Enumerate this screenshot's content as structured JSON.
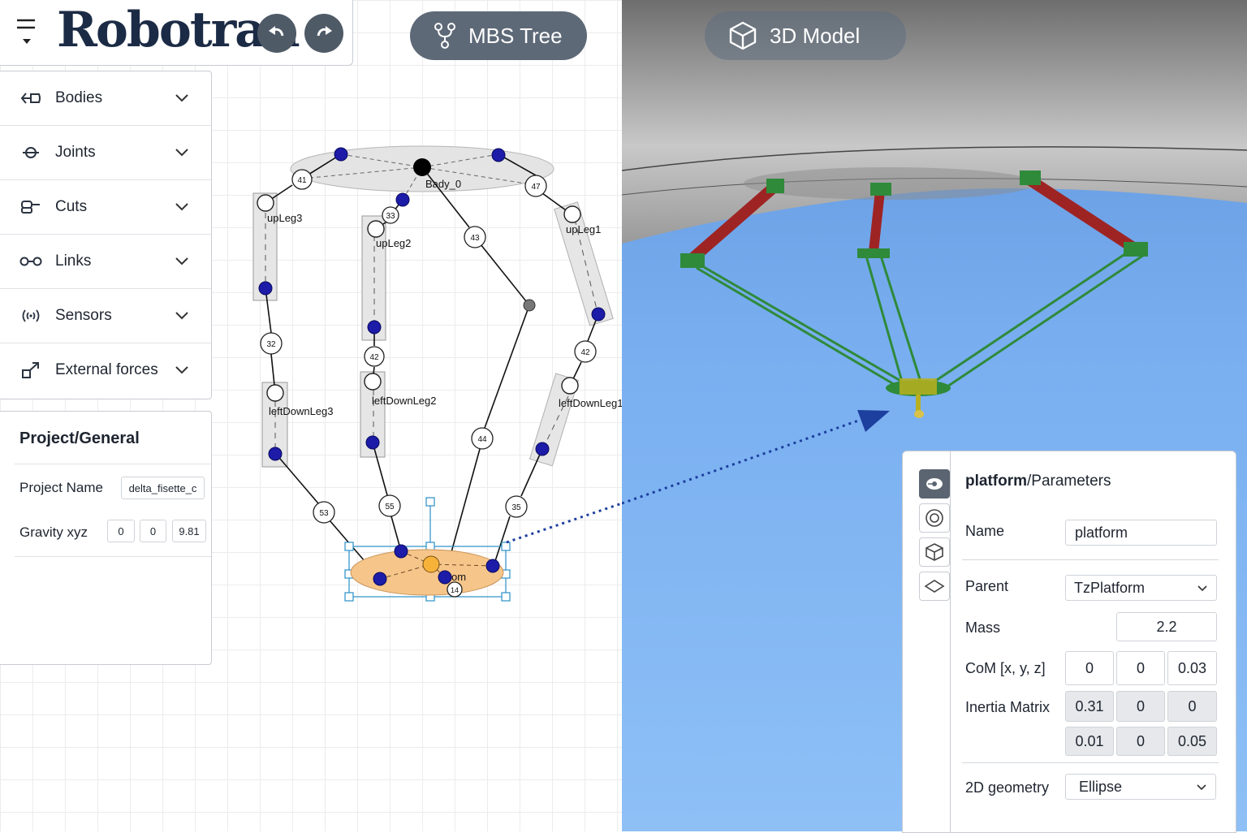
{
  "header": {
    "logo": "Robotran",
    "undo_icon": "undo-icon",
    "redo_icon": "redo-icon",
    "tab_tree": "MBS Tree",
    "tab_3d": "3D Model"
  },
  "sidebar": {
    "items": [
      {
        "label": "Bodies",
        "icon": "body-icon"
      },
      {
        "label": "Joints",
        "icon": "joint-icon"
      },
      {
        "label": "Cuts",
        "icon": "cut-icon"
      },
      {
        "label": "Links",
        "icon": "link-icon"
      },
      {
        "label": "Sensors",
        "icon": "sensor-icon"
      },
      {
        "label": "External forces",
        "icon": "force-icon"
      }
    ]
  },
  "project": {
    "title": "Project/General",
    "name_label": "Project Name",
    "name_value": "delta_fisette_c",
    "gravity_label": "Gravity xyz",
    "gravity": [
      "0",
      "0",
      "9.81"
    ]
  },
  "tree": {
    "bodies": {
      "base": "Bady_0",
      "upleg1": "upLeg1",
      "upleg2": "upLeg2",
      "upleg3": "upLeg3",
      "down1": "leftDownLeg1",
      "down2": "leftDownLeg2",
      "down3": "leftDownLeg3",
      "platform": "om"
    },
    "joints": {
      "j41": "41",
      "j33": "33",
      "j43": "43",
      "j47": "47",
      "j32": "32",
      "j42a": "42",
      "j42b": "42",
      "j44": "44",
      "j53": "53",
      "j55": "55",
      "j35": "35",
      "j14": "14"
    }
  },
  "params": {
    "title_bold": "platform",
    "title_rest": "/Parameters",
    "name_label": "Name",
    "name_value": "platform",
    "parent_label": "Parent",
    "parent_value": "TzPlatform",
    "mass_label": "Mass",
    "mass_value": "2.2",
    "com_label": "CoM [x, y, z]",
    "com": [
      "0",
      "0",
      "0.03"
    ],
    "inertia_label": "Inertia Matrix",
    "inertia": [
      "0.31",
      "0",
      "0",
      "0.01",
      "0",
      "0.05"
    ],
    "geom_label": "2D geometry",
    "geom_value": "Ellipse",
    "side_icons": [
      "body-toggle-icon",
      "joint-circle-icon",
      "cube-icon",
      "shape-icon"
    ]
  },
  "colors": {
    "accent": "#5e6977",
    "node_blue": "#1c1ca8",
    "platform_fill": "#f6c58a",
    "selection": "#2a8fc7",
    "link_red": "#9e2424",
    "link_green": "#2f8a3a"
  }
}
